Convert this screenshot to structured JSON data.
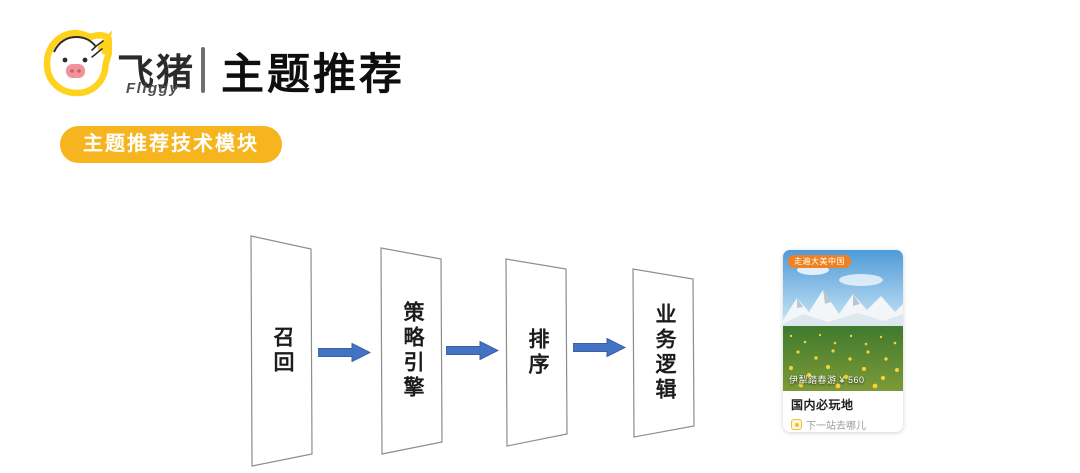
{
  "header": {
    "logo": {
      "cn": "飞猪",
      "en": "Fliggy"
    },
    "title": "主题推荐"
  },
  "section_badge": {
    "label": "主题推荐技术模块"
  },
  "pipeline": {
    "stages": [
      {
        "label": "召回"
      },
      {
        "label": "策略引擎"
      },
      {
        "label": "排序"
      },
      {
        "label": "业务逻辑"
      }
    ]
  },
  "card": {
    "tag": "走遍大美中国",
    "photo_caption": "伊犁踏春游 ¥ 560",
    "title": "国内必玩地",
    "subtitle": "下一站去哪儿"
  },
  "colors": {
    "brand_yellow": "#F6B51E",
    "logo_yellow": "#FFD21E",
    "arrow_blue": "#4473C5",
    "tag_orange": "#F08123",
    "snout_pink": "#F2939B"
  }
}
